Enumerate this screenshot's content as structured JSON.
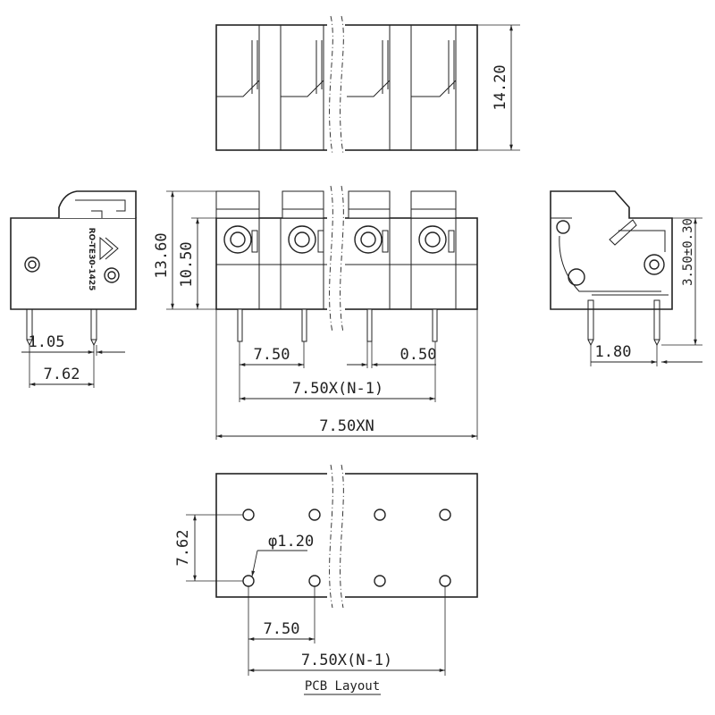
{
  "top_view": {
    "dims": {
      "height": "14.20"
    }
  },
  "front_view": {
    "dims": {
      "height_total": "13.60",
      "height_body": "10.50",
      "pitch": "7.50",
      "pin_width": "0.50",
      "pitch_n_minus_1": "7.50X(N-1)",
      "length_n": "7.50XN"
    }
  },
  "left_view": {
    "logo_text": "RO-TE30-1425",
    "dims": {
      "pin_offset": "1.05",
      "row_spacing": "7.62"
    }
  },
  "right_view": {
    "dims": {
      "pin_height": "3.50±0.30",
      "pin_base": "1.80"
    }
  },
  "pcb_layout": {
    "title": "PCB Layout",
    "dims": {
      "row_spacing": "7.62",
      "hole_diameter": "φ1.20",
      "pitch": "7.50",
      "pitch_n_minus_1": "7.50X(N-1)"
    }
  }
}
